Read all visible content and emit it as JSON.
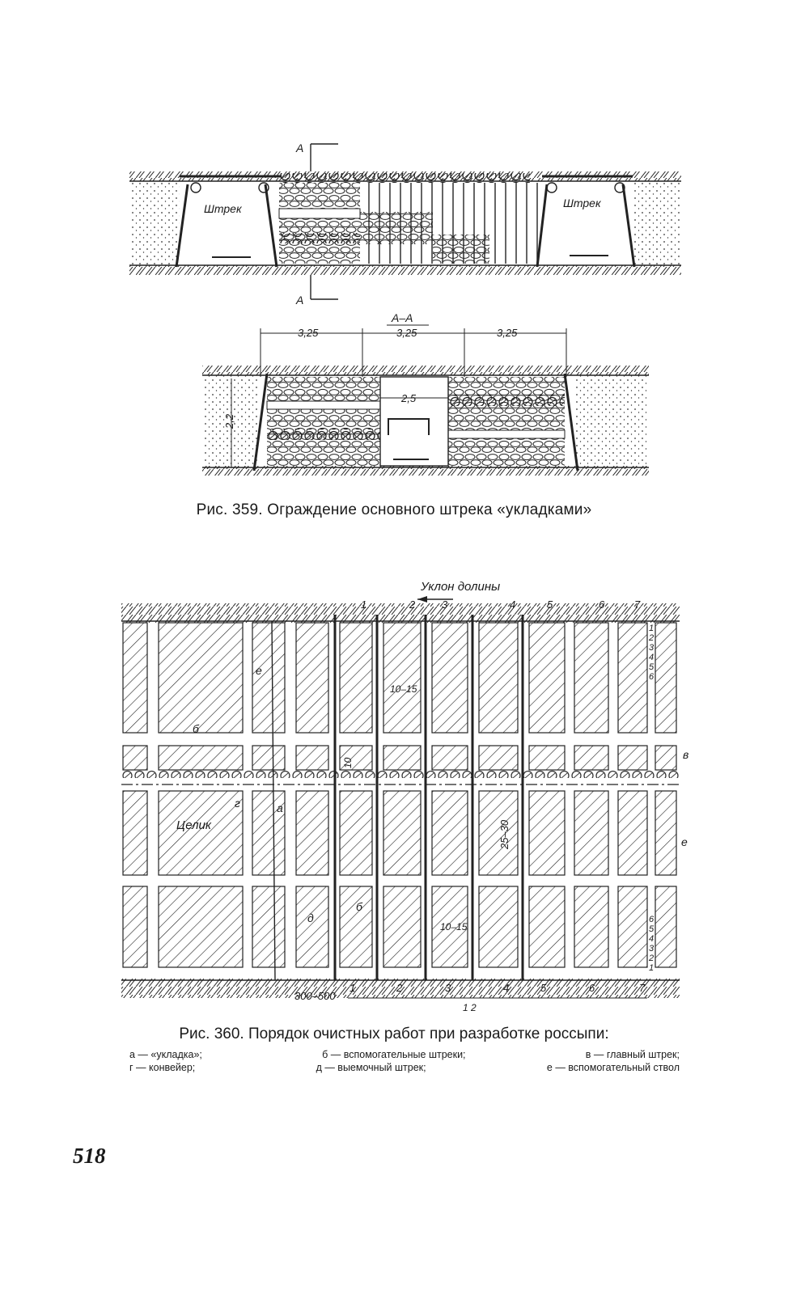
{
  "fig359": {
    "section_mark": "А",
    "section_label": "А–А",
    "drift_label": "Штрек",
    "dim_a": "3,25",
    "dim_b": "3,25",
    "dim_c": "3,25",
    "dim_gap": "2,5",
    "dim_height": "2,2",
    "caption": "Рис. 359. Ограждение основного штрека «укладками»"
  },
  "fig360": {
    "slope_label": "Уклон долины",
    "top_numbers": [
      "1",
      "2",
      "3",
      "4",
      "5",
      "6",
      "7"
    ],
    "bottom_numbers": [
      "1",
      "2",
      "3",
      "4",
      "5",
      "6",
      "7"
    ],
    "right_numbers_top": [
      "1",
      "2",
      "3",
      "4",
      "5",
      "6"
    ],
    "right_numbers_bottom": [
      "6",
      "5",
      "4",
      "3",
      "2",
      "1"
    ],
    "dim_10_15": "10–15",
    "dim_10": "10",
    "dim_25_30": "25–30",
    "dim_300_500": "300–500",
    "bottom_extra": "1 2",
    "pillar_label": "Целик",
    "letters": {
      "a": "а",
      "b": "б",
      "v": "в",
      "g": "г",
      "d": "д",
      "e": "е"
    },
    "caption": "Рис. 360. Порядок очистных работ при разработке россыпи:",
    "legend_row1": [
      "а — «укладка»;",
      "б — вспомогательные штреки;",
      "в — главный штрек;"
    ],
    "legend_row2": [
      "г — конвейер;",
      "д — выемочный штрек;",
      "е — вспомогательный ствол"
    ]
  },
  "page_number": "518"
}
